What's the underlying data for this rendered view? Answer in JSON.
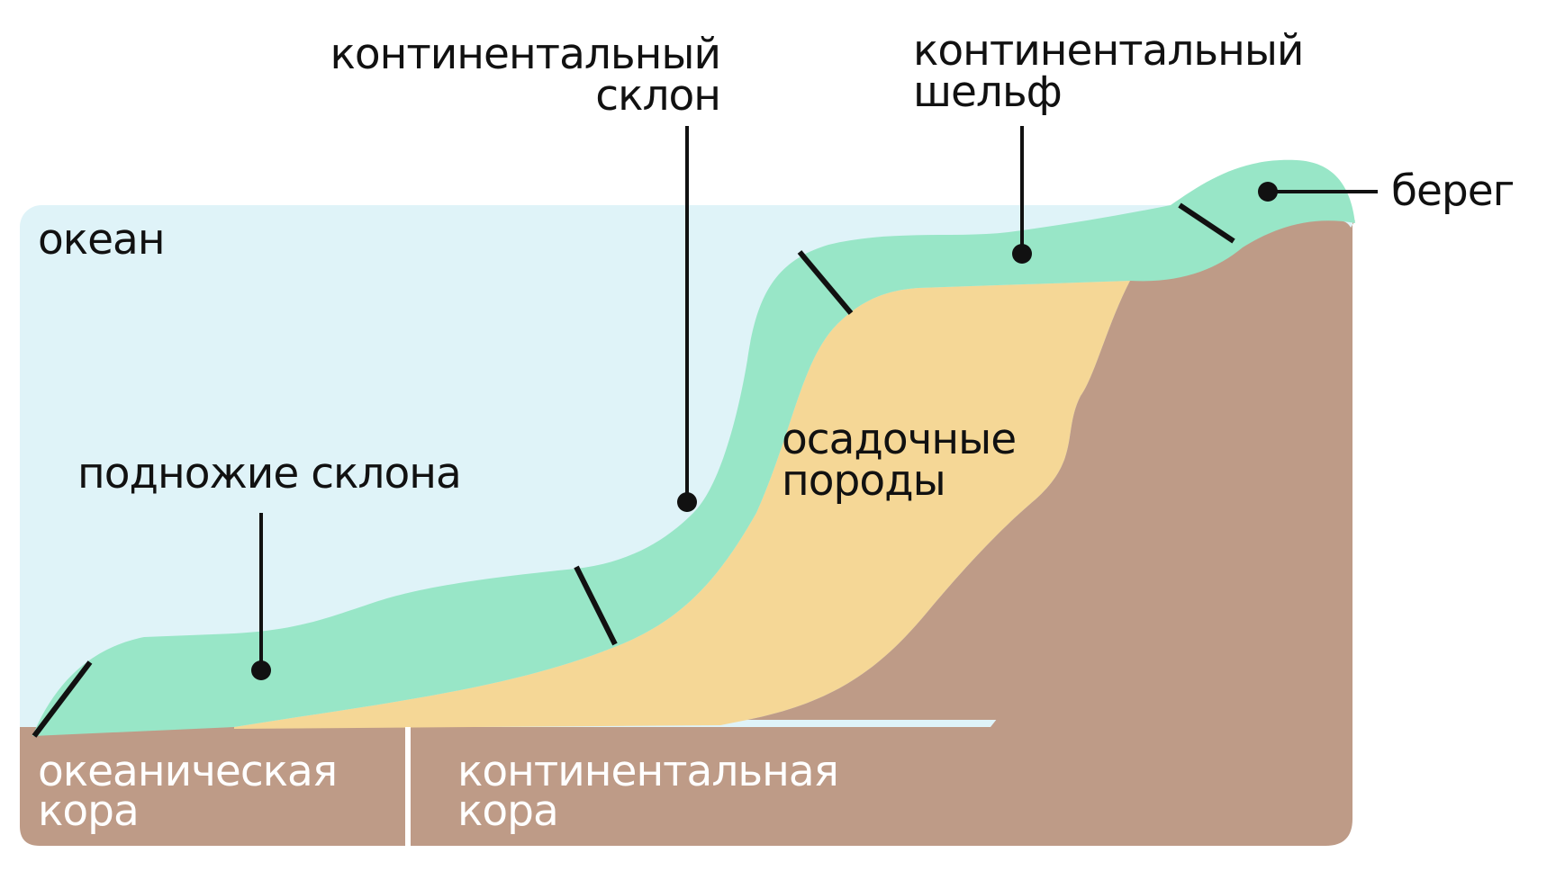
{
  "labels": {
    "ocean": "океан",
    "continental_slope": [
      "континентальный",
      "склон"
    ],
    "continental_shelf": [
      "континентальный",
      "шельф"
    ],
    "shore": "берег",
    "continental_rise": "подножие склона",
    "sedimentary_rocks": [
      "осадочные",
      "породы"
    ],
    "oceanic_crust": [
      "океаническая",
      "кора"
    ],
    "continental_crust": [
      "континентальная",
      "кора"
    ]
  },
  "colors": {
    "ocean": "#dff3f8",
    "seafloor_layer": "#98e6c7",
    "sediment": "#f5d796",
    "crust": "#be9b87",
    "line": "#111111",
    "crust_text": "#ffffff"
  }
}
